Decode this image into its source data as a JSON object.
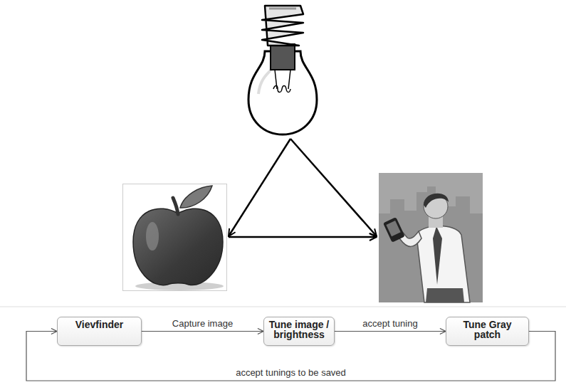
{
  "diagram": {
    "nodes": [
      {
        "text": [
          "Vievfinder"
        ]
      },
      {
        "text": [
          "Tune image / brightness"
        ]
      },
      {
        "text": [
          "Tune Gray patch"
        ]
      }
    ],
    "edges": [
      {
        "from": 0,
        "to": 1,
        "arrow": "to",
        "label": "Capture image"
      },
      {
        "from": 1,
        "to": 2,
        "arrow": "to",
        "label": "accept tuning"
      },
      {
        "from": 2,
        "to": 0,
        "arrow": "to",
        "label": "accept tunings to be saved"
      }
    ]
  }
}
